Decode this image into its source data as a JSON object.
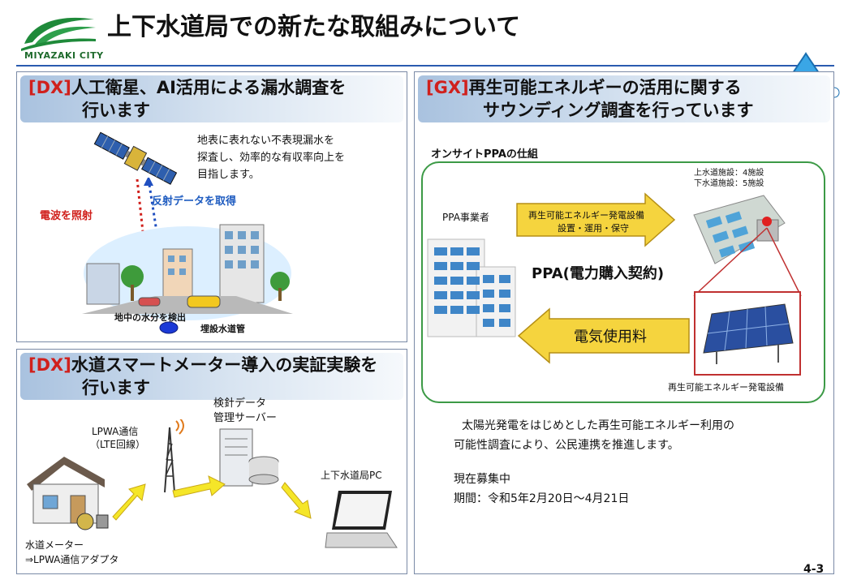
{
  "header": {
    "logo_text": "MIYAZAKI CITY",
    "title": "上下水道局での新たな取組みについて"
  },
  "panel_dx1": {
    "tag": "[DX]",
    "title_line1": "人工衛星、AI活用による漏水調査を",
    "title_line2": "行います",
    "description": [
      "地表に表れない不表現漏水を",
      "探査し、効率的な有収率向上を",
      "目指します。"
    ],
    "label_radio": "電波を照射",
    "label_reflect": "反射データを取得",
    "label_detect": "地中の水分を検出",
    "label_pipe": "埋設水道管"
  },
  "panel_dx2": {
    "tag": "[DX]",
    "title_line1": "水道スマートメーター導入の実証実験を",
    "title_line2": "行います",
    "label_lpwa": [
      "LPWA通信",
      "（LTE回線）"
    ],
    "label_server": [
      "検針データ",
      "管理サーバー"
    ],
    "label_pc": "上下水道局PC",
    "label_meter": [
      "水道メーター",
      "⇒LPWA通信アダプタ"
    ]
  },
  "panel_gx": {
    "tag": "[GX]",
    "title_line1": "再生可能エネルギーの活用に関する",
    "title_line2": "サウンディング調査を行っています",
    "diagram_title": "オンサイトPPAの仕組",
    "ppa_operator": "PPA事業者",
    "facilities": [
      "上水道施設：4施設",
      "下水道施設：5施設"
    ],
    "arrow_right_text": [
      "再生可能エネルギー発電設備",
      "設置・運用・保守"
    ],
    "ppa_contract": "PPA(電力購入契約)",
    "arrow_left_text": "電気使用料",
    "equipment_label": "再生可能エネルギー発電設備",
    "summary": [
      "太陽光発電をはじめとした再生可能エネルギー利用の",
      "可能性調査により、公民連携を推進します。"
    ],
    "recruit": "現在募集中",
    "period": "期間：令和5年2月20日～4月21日"
  },
  "page_number": "4-3",
  "colors": {
    "accent_red": "#d0201c",
    "logo_green": "#1f8a3a",
    "arrow_yellow": "#f5d43e",
    "frame_green": "#3c9a46"
  }
}
